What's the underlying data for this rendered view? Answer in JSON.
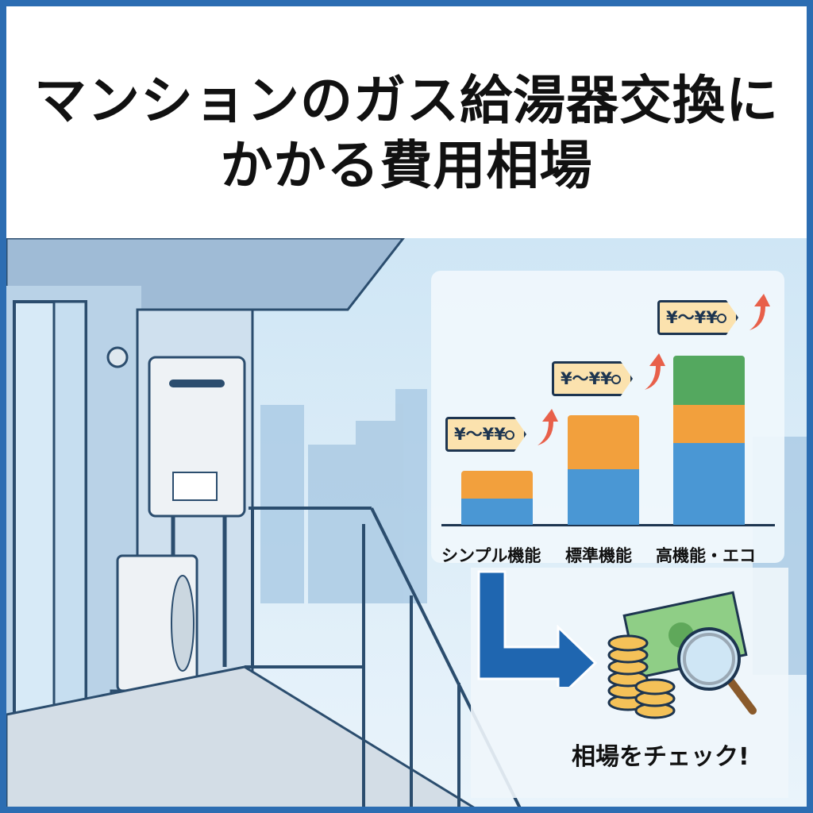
{
  "title": {
    "line1": "マンションのガス給湯器交換に",
    "line2": "かかる費用相場"
  },
  "chart": {
    "bars": [
      {
        "label": "シンプル機能",
        "price_tag": "¥〜¥¥",
        "segments": [
          "blue",
          "orange"
        ]
      },
      {
        "label": "標準機能",
        "price_tag": "¥〜¥¥",
        "segments": [
          "blue",
          "orange"
        ]
      },
      {
        "label": "高機能・エコ",
        "price_tag": "¥〜¥¥",
        "segments": [
          "blue",
          "orange",
          "green"
        ]
      }
    ]
  },
  "check_label": "相場をチェック!",
  "colors": {
    "frame": "#2c6db2",
    "blue": "#4a97d4",
    "orange": "#f2a03d",
    "green": "#54a85f",
    "tag": "#fbe2ae",
    "arrow": "#e8604a"
  }
}
